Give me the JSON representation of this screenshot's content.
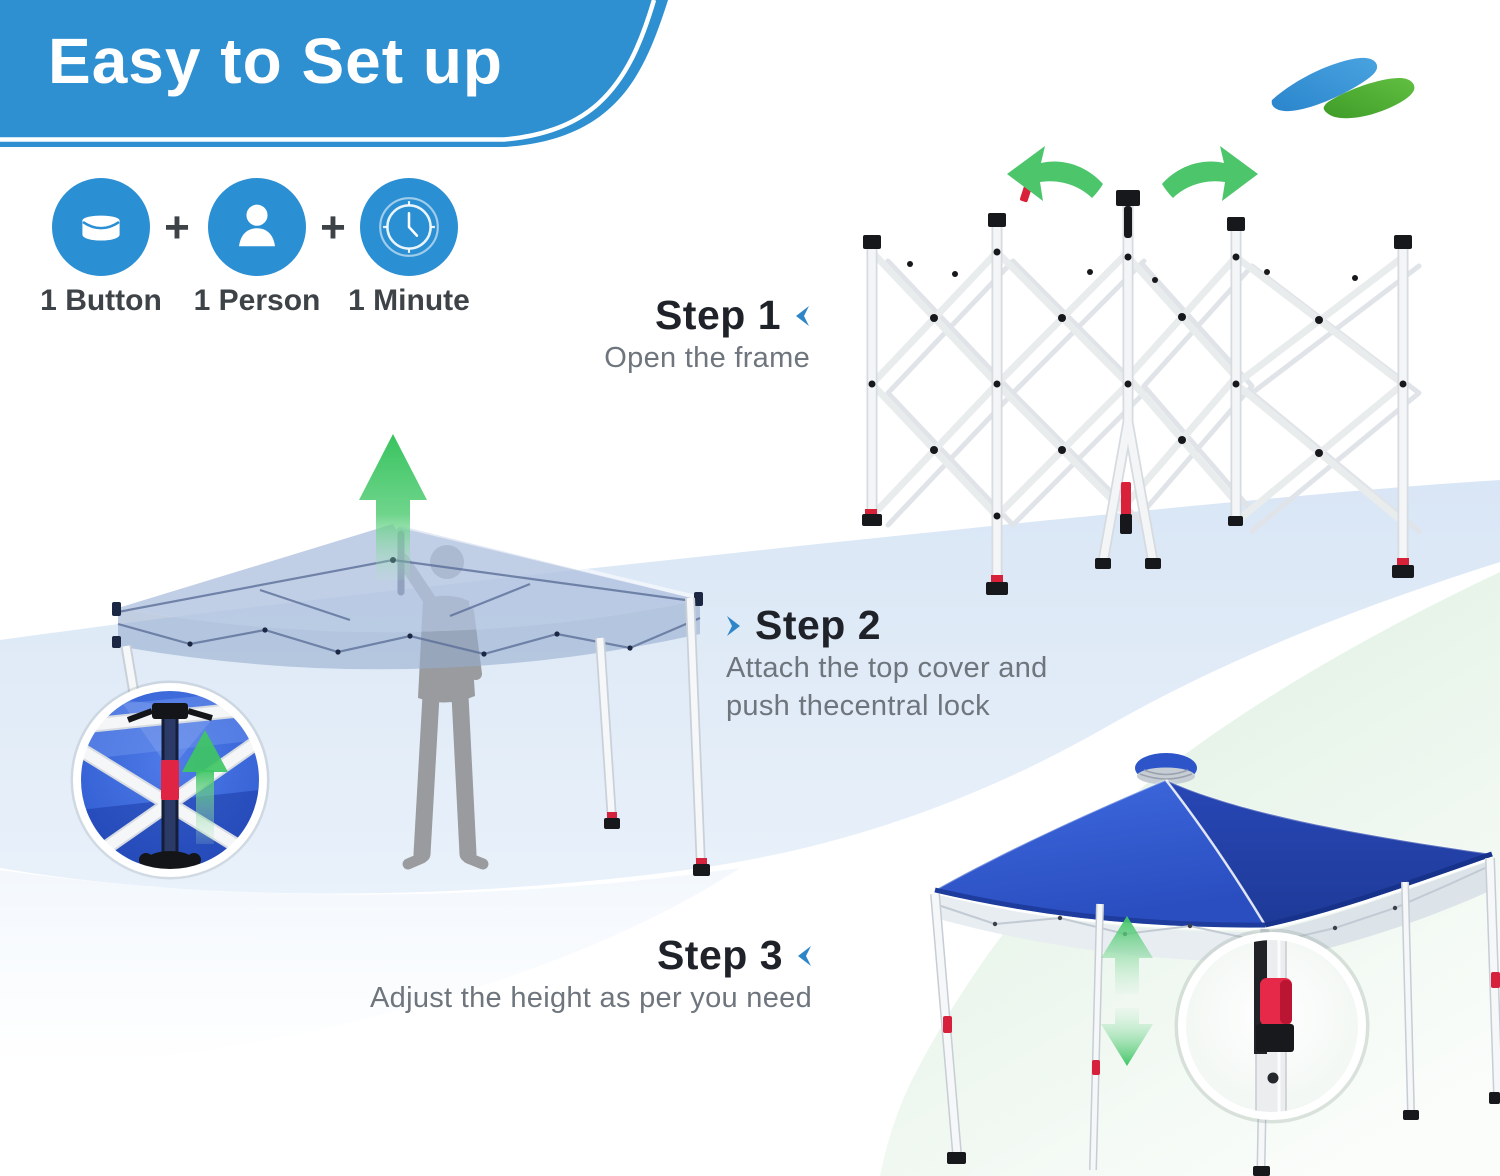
{
  "header": {
    "title": "Easy to Set up"
  },
  "logo": {
    "icon": "brand-swoosh-logo",
    "blue": "#3092D8",
    "green": "#47A930"
  },
  "features": {
    "plus": "+",
    "items": [
      {
        "icon": "button-icon",
        "label": "1 Button"
      },
      {
        "icon": "person-icon",
        "label": "1 Person"
      },
      {
        "icon": "clock-icon",
        "label": "1 Minute"
      }
    ]
  },
  "steps": [
    {
      "title": "Step 1",
      "chevron": "left",
      "lines": [
        "Open the frame"
      ],
      "illustration": "folded-scissor-frame-with-green-open-arrows"
    },
    {
      "title": "Step 2",
      "chevron": "right",
      "lines": [
        "Attach the top cover and",
        "push thecentral lock"
      ],
      "illustration": "person-pushing-central-lock-under-translucent-canopy"
    },
    {
      "title": "Step 3",
      "chevron": "left",
      "lines": [
        "Adjust the height as per you need"
      ],
      "illustration": "blue-canopy-with-height-adjust-arrows-and-leg-button-inset"
    }
  ],
  "colors": {
    "banner_blue": "#2E8FD1",
    "icon_circle_blue": "#2B8FD3",
    "chevron_blue": "#2E86C8",
    "heading_dark": "#1F2329",
    "subtext_gray": "#6E757D",
    "arrow_green": "#4CC56B",
    "canopy_royal_blue": "#2C53C6",
    "lock_red": "#E02443",
    "bg_light_blue": "#DCE8F6",
    "bg_mint_green": "#DDEFE0"
  }
}
